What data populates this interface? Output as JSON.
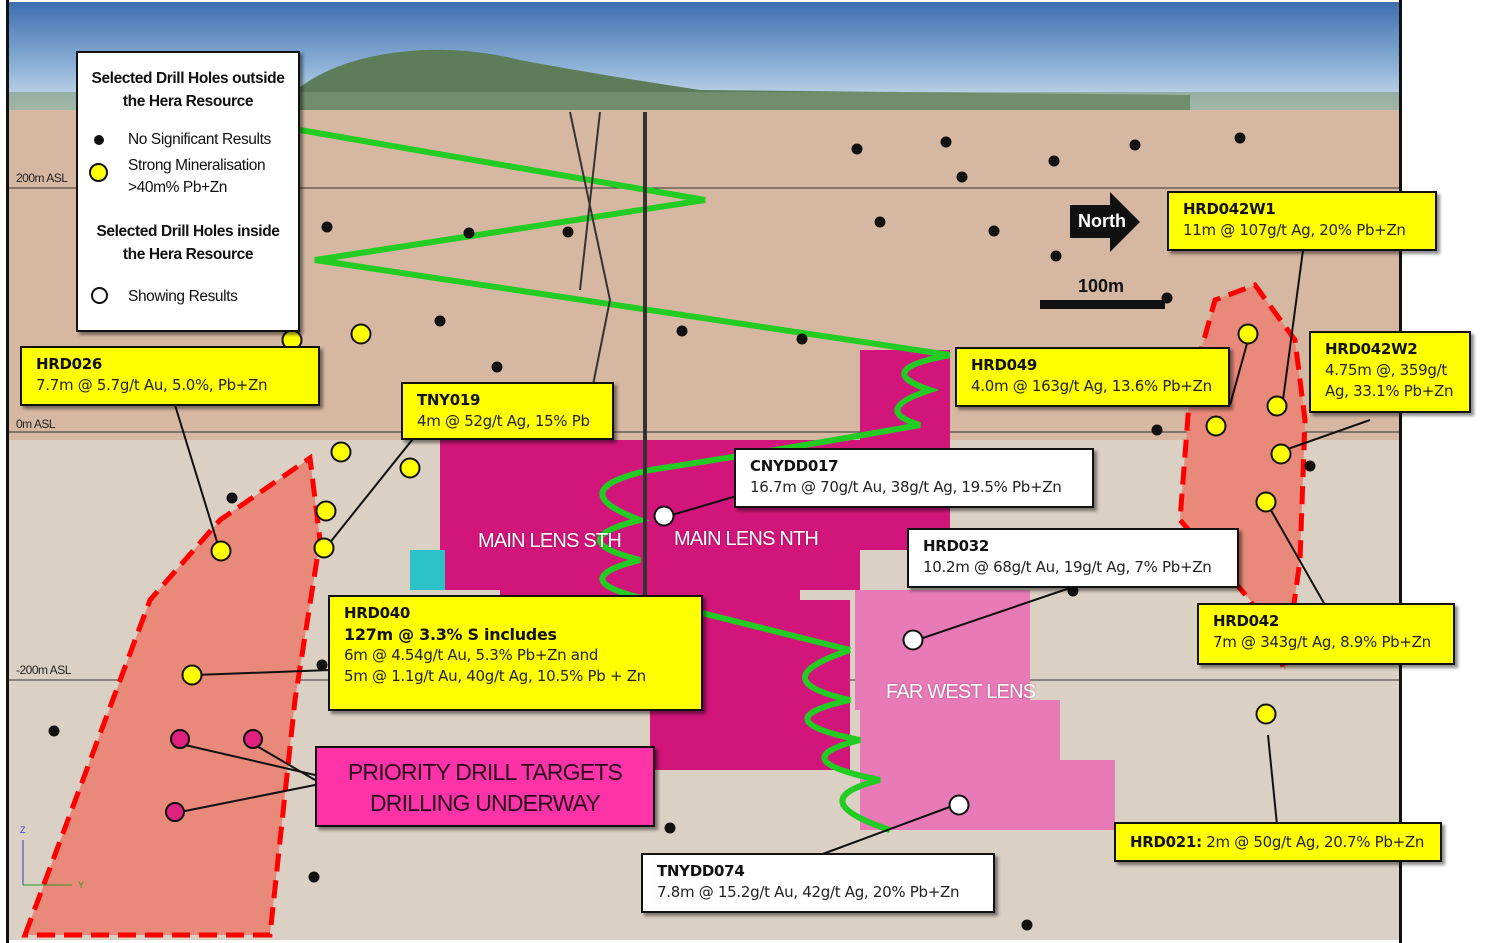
{
  "legend": {
    "outside_title": "Selected Drill Holes outside the Hera Resource",
    "outside_title_line1": "Selected Drill Holes outside",
    "outside_title_line2": "the Hera Resource",
    "no_significant": "No Significant Results",
    "strong_line1": "Strong Mineralisation",
    "strong_line2": ">40m% Pb+Zn",
    "inside_title_line1": "Selected Drill Holes inside",
    "inside_title_line2": "the Hera Resource",
    "showing": "Showing Results"
  },
  "elevations": [
    "200m ASL",
    "0m ASL",
    "-200m ASL"
  ],
  "north_label": "North",
  "scale_label": "100m",
  "lenses": [
    "MAIN LENS STH",
    "MAIN LENS NTH",
    "FAR WEST LENS"
  ],
  "callouts": {
    "hrd026": {
      "id": "HRD026",
      "lines": [
        "7.7m @ 5.7g/t Au, 5.0%, Pb+Zn"
      ]
    },
    "tny019": {
      "id": "TNY019",
      "lines": [
        "4m @ 52g/t Ag, 15% Pb"
      ]
    },
    "hrd049": {
      "id": "HRD049",
      "lines": [
        "4.0m @ 163g/t Ag, 13.6% Pb+Zn"
      ]
    },
    "hrd042w1": {
      "id": "HRD042W1",
      "lines": [
        "11m @ 107g/t Ag, 20% Pb+Zn"
      ]
    },
    "hrd042w2": {
      "id": "HRD042W2",
      "lines": [
        "4.75m @, 359g/t",
        "Ag, 33.1% Pb+Zn"
      ]
    },
    "cnydd017": {
      "id": "CNYDD017",
      "lines": [
        "16.7m @ 70g/t Au, 38g/t Ag, 19.5% Pb+Zn"
      ]
    },
    "hrd032": {
      "id": "HRD032",
      "lines": [
        "10.2m @ 68g/t Au, 19g/t Ag, 7% Pb+Zn"
      ]
    },
    "hrd040": {
      "id": "HRD040",
      "bold": "127m @ 3.3% S includes",
      "lines": [
        "6m @ 4.54g/t Au, 5.3% Pb+Zn and",
        "5m @ 1.1g/t Au, 40g/t Ag, 10.5% Pb + Zn"
      ]
    },
    "hrd042": {
      "id": "HRD042",
      "lines": [
        "7m @ 343g/t Ag, 8.9% Pb+Zn"
      ]
    },
    "hrd021": {
      "id": "HRD021:",
      "lines": [
        "2m @ 50g/t Ag, 20.7% Pb+Zn"
      ]
    },
    "tnydd074": {
      "id": "TNYDD074",
      "lines": [
        "7.8m @ 15.2g/t Au, 42g/t Ag, 20% Pb+Zn"
      ]
    }
  },
  "priority": {
    "line1": "PRIORITY DRILL TARGETS",
    "line2": "DRILLING UNDERWAY"
  },
  "axes": {
    "z": "Z",
    "y": "Y"
  },
  "colors": {
    "yellow": "#ffff00",
    "target_fill": "#e8897a",
    "target_outline": "#ff0000",
    "lens": "#d1157a",
    "far_west": "#e87ab8",
    "drill_trace": "#22cc22",
    "priority": "#ff33a8"
  }
}
